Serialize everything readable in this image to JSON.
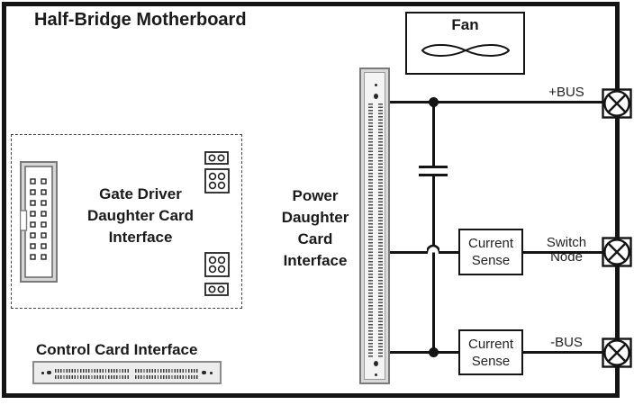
{
  "title": "Half-Bridge Motherboard",
  "fan": {
    "label": "Fan",
    "icon": "fan-blades-icon"
  },
  "gate_driver": {
    "label": "Gate Driver\nDaughter Card\nInterface"
  },
  "power_interface": {
    "label": "Power\nDaughter\nCard\nInterface"
  },
  "control_card": {
    "label": "Control Card Interface"
  },
  "current_sense_top": {
    "label": "Current\nSense"
  },
  "current_sense_bottom": {
    "label": "Current\nSense"
  },
  "nets": {
    "plus_bus": "+BUS",
    "switch_node": "Switch\nNode",
    "minus_bus": "-BUS"
  },
  "colors": {
    "ink": "#141414",
    "connector_fill": "#d9d9d9",
    "connector_border": "#7a7a7a",
    "background": "#ffffff"
  }
}
